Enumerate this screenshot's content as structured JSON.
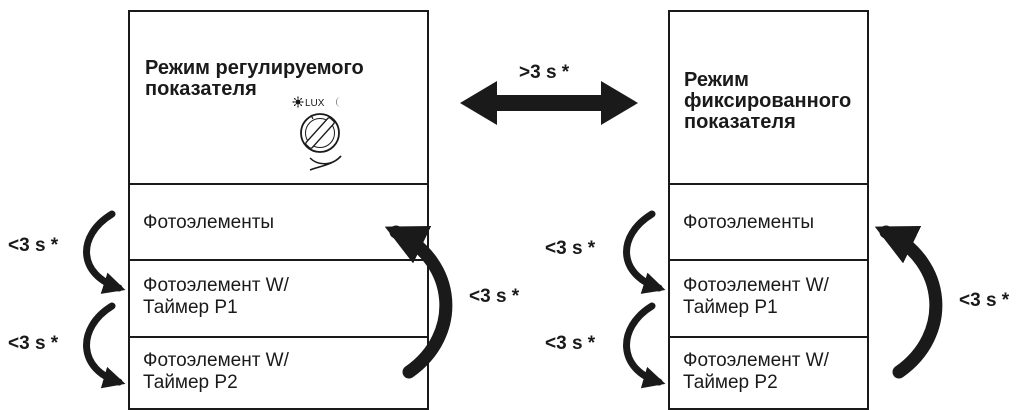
{
  "left_panel": {
    "title": "Режим регулируемого\nпоказателя",
    "dial_label": "LUX",
    "rows": [
      {
        "label": "Фотоэлементы"
      },
      {
        "label": "Фотоэлемент W/\nТаймер P1"
      },
      {
        "label": "Фотоэлемент W/\nТаймер P2"
      }
    ],
    "step_labels": [
      "<3 s *",
      "<3 s *"
    ],
    "return_label": "<3 s *"
  },
  "right_panel": {
    "title": "Режим\nфиксированного\nпоказателя",
    "rows": [
      {
        "label": "Фотоэлементы"
      },
      {
        "label": "Фотоэлемент W/\nТаймер P1"
      },
      {
        "label": "Фотоэлемент W/\nТаймер P2"
      }
    ],
    "step_labels": [
      "<3 s *",
      "<3 s *"
    ],
    "return_label": "<3 s *"
  },
  "switch_label": ">3 s *"
}
